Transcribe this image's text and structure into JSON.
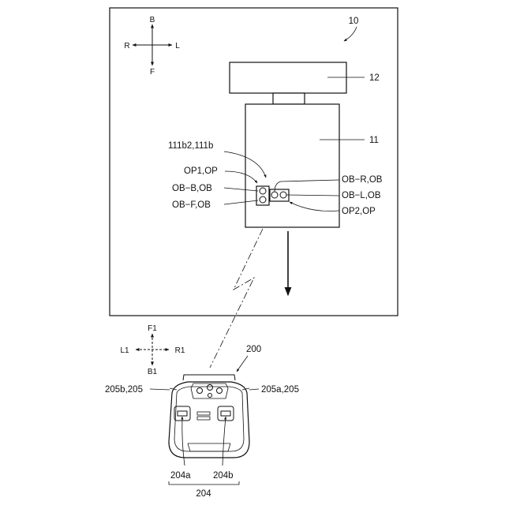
{
  "labels": {
    "ref_system": "10",
    "ref_unit": "12",
    "ref_body": "11",
    "ref_sensor": "111b2,111b",
    "op1": "OP1,OP",
    "ob_b": "OB−B,OB",
    "ob_f": "OB−F,OB",
    "ob_r": "OB−R,OB",
    "ob_l": "OB−L,OB",
    "op2": "OP2,OP",
    "ref_controller": "200",
    "ref_205b": "205b,205",
    "ref_205a": "205a,205",
    "ref_204a": "204a",
    "ref_204b": "204b",
    "ref_204": "204"
  },
  "compass_top": {
    "b": "B",
    "r": "R",
    "l": "L",
    "f": "F"
  },
  "compass_bottom": {
    "f1": "F1",
    "l1": "L1",
    "r1": "R1",
    "b1": "B1"
  }
}
